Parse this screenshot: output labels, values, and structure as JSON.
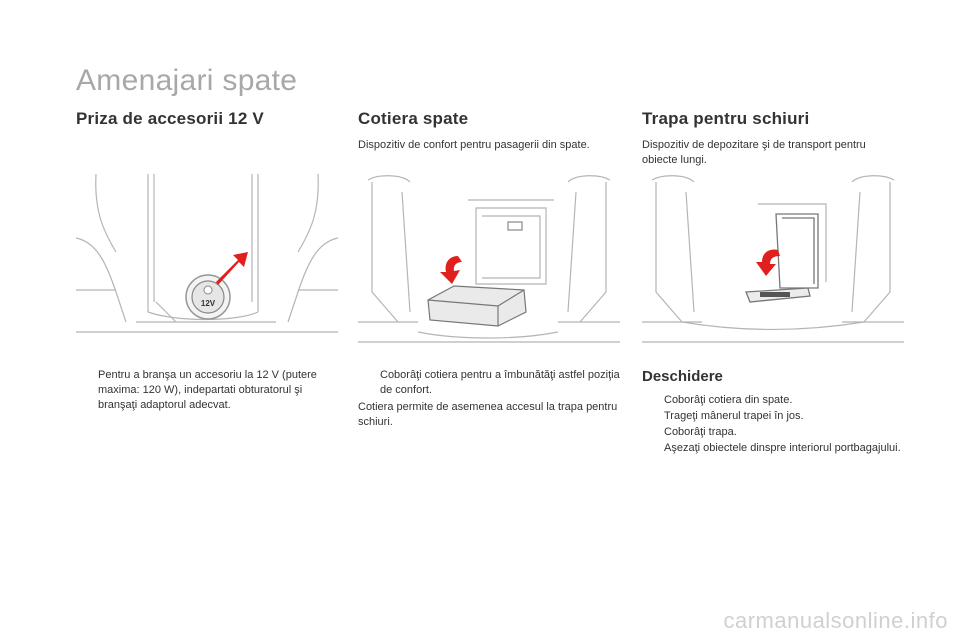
{
  "page_title": "Amenajari spate",
  "col1": {
    "title": "Priza de accesorii 12 V",
    "socket_label": "12V",
    "bullets": [
      "Pentru a branşa un accesoriu la 12 V (putere maxima: 120 W), indepartati obturatorul şi branşaţi adaptorul adecvat."
    ]
  },
  "col2": {
    "title": "Cotiera spate",
    "intro": "Dispozitiv de confort pentru pasagerii din spate.",
    "bullets": [
      "Coborâţi cotiera pentru a îmbunătăţi astfel poziţia de confort."
    ],
    "note": "Cotiera permite de asemenea accesul la trapa pentru schiuri."
  },
  "col3": {
    "title": "Trapa pentru schiuri",
    "intro": "Dispozitiv de depozitare şi de transport pentru obiecte lungi.",
    "subsection_title": "Deschidere",
    "bullets": [
      "Coborâţi cotiera din spate.",
      "Trageţi mânerul trapei în jos.",
      "Coborâţi trapa.",
      "Aşezaţi obiectele dinspre interiorul portbagajului."
    ]
  },
  "bullet_marker": "",
  "watermark": "carmanualsonline.info",
  "colors": {
    "arrow": "#e0201c",
    "line": "#b5b5b5",
    "title_grey": "#a8a8a8"
  },
  "icons": [
    "bullet-marker-icon",
    "red-arrow-icon",
    "power-socket-icon"
  ]
}
